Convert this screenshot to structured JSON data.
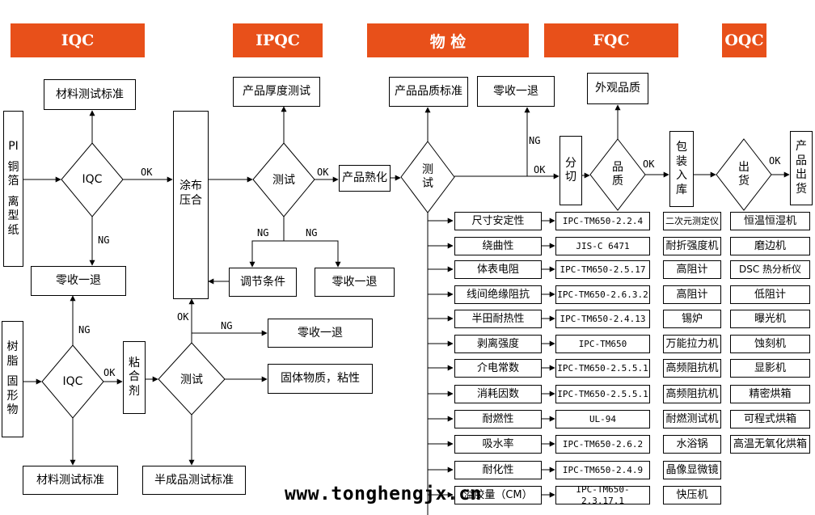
{
  "headers": {
    "iqc": "IQC",
    "ipqc": "IPQC",
    "inspection": "物 检",
    "fqc": "FQC",
    "oqc": "OQC"
  },
  "raw": {
    "pi_group": [
      "PI",
      "铜",
      "箔",
      "离",
      "型",
      "纸"
    ],
    "resin_group": [
      "树",
      "脂",
      "固",
      "形",
      "物"
    ]
  },
  "iqc": {
    "decision1": "IQC",
    "decision2": "IQC",
    "material_std_top": "材料测试标准",
    "material_std_bottom": "材料测试标准",
    "reject": "零收一退"
  },
  "process": {
    "coating": [
      "涂布",
      "压合"
    ],
    "adhesive": [
      "粘",
      "合",
      "剂"
    ],
    "test_bottom": "测试",
    "reject_mid": "零收一退",
    "solid_content": "固体物质，粘性",
    "semi_std": "半成品测试标准"
  },
  "ipqc": {
    "thickness": "产品厚度测试",
    "test": "测试",
    "adjust": "调节条件",
    "reject": "零收一退",
    "aging": "产品熟化"
  },
  "inspection": {
    "quality_std": "产品品质标准",
    "test": [
      "测",
      "试"
    ],
    "reject": "零收一退"
  },
  "fqc": {
    "slit": [
      "分",
      "切"
    ],
    "quality": [
      "品",
      "质"
    ],
    "appearance": "外观品质",
    "pack": [
      "包",
      "装",
      "入",
      "库"
    ]
  },
  "oqc": {
    "ship": [
      "出",
      "货"
    ],
    "ship_out": [
      "产",
      "品",
      "出",
      "货"
    ]
  },
  "labels": {
    "ok": "OK",
    "ng": "NG"
  },
  "tests": [
    {
      "item": "尺寸安定性",
      "standard": "IPC-TM650-2.2.4",
      "eq1": "二次元测定仪",
      "eq2": "恒温恒湿机"
    },
    {
      "item": "绕曲性",
      "standard": "JIS-C 6471",
      "eq1": "耐折强度机",
      "eq2": "磨边机"
    },
    {
      "item": "体表电阻",
      "standard": "IPC-TM650-2.5.17",
      "eq1": "高阻计",
      "eq2": "DSC 热分析仪"
    },
    {
      "item": "线间绝缘阻抗",
      "standard": "IPC-TM650-2.6.3.2",
      "eq1": "高阻计",
      "eq2": "低阻计"
    },
    {
      "item": "半田耐热性",
      "standard": "IPC-TM650-2.4.13",
      "eq1": "锡炉",
      "eq2": "曝光机"
    },
    {
      "item": "剥离强度",
      "standard": "IPC-TM650",
      "eq1": "万能拉力机",
      "eq2": "蚀刻机"
    },
    {
      "item": "介电常数",
      "standard": "IPC-TM650-2.5.5.1",
      "eq1": "高频阻抗机",
      "eq2": "显影机"
    },
    {
      "item": "消耗因数",
      "standard": "IPC-TM650-2.5.5.1",
      "eq1": "高频阻抗机",
      "eq2": "精密烘箱"
    },
    {
      "item": "耐燃性",
      "standard": "UL-94",
      "eq1": "耐燃测试机",
      "eq2": "可程式烘箱"
    },
    {
      "item": "吸水率",
      "standard": "IPC-TM650-2.6.2",
      "eq1": "水浴锅",
      "eq2": "高温无氧化烘箱"
    },
    {
      "item": "耐化性",
      "standard": "IPC-TM650-2.4.9",
      "eq1": "晶像显微镜",
      "eq2": ""
    },
    {
      "item": "溢胶量（CM）",
      "standard": "IPC-TM650-2.3.17.1",
      "eq1": "快压机",
      "eq2": ""
    }
  ],
  "watermark": "www.tonghengjx.cn"
}
